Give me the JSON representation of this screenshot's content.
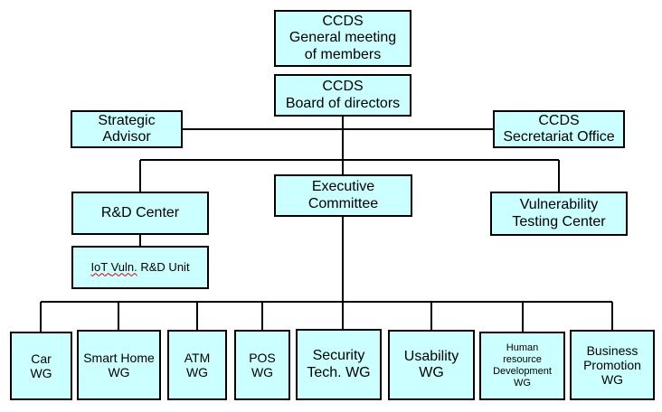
{
  "nodes": {
    "general_meeting": [
      "CCDS",
      "General meeting",
      "of members"
    ],
    "board": [
      "CCDS",
      "Board of directors"
    ],
    "strategic_advisor": [
      "Strategic",
      "Advisor"
    ],
    "secretariat": [
      "CCDS",
      "Secretariat Office"
    ],
    "rd_center": [
      "R&D Center"
    ],
    "executive": [
      "Executive",
      "Committee"
    ],
    "vulnerability": [
      "Vulnerability",
      "Testing Center"
    ],
    "iot_unit": {
      "part1": "IoT ",
      "part2": "Vuln.",
      "part3": " R&D Unit"
    },
    "wg_car": [
      "Car",
      "WG"
    ],
    "wg_smart_home": [
      "Smart Home",
      "WG"
    ],
    "wg_atm": [
      "ATM",
      "WG"
    ],
    "wg_pos": [
      "POS",
      "WG"
    ],
    "wg_security": [
      "Security",
      "Tech. WG"
    ],
    "wg_usability": [
      "Usability",
      "WG"
    ],
    "wg_hr": [
      "Human",
      "resource",
      "Development",
      "WG"
    ],
    "wg_business": [
      "Business",
      "Promotion",
      "WG"
    ]
  }
}
